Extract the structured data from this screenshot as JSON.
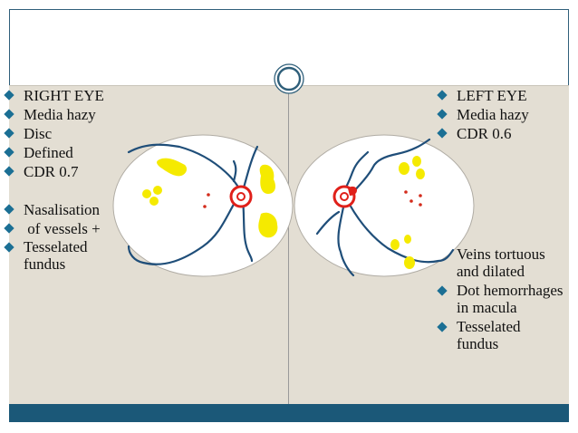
{
  "right_eye": {
    "items": [
      "RIGHT EYE",
      "Media hazy",
      "Disc",
      "Defined",
      "CDR 0.7",
      "",
      "Nasalisation",
      " of vessels +",
      "Tesselated fundus"
    ]
  },
  "left_eye": {
    "items_top": [
      "LEFT EYE",
      "Media hazy",
      "CDR 0.6"
    ],
    "items_bottom": [
      "Veins tortuous and dilated",
      "Dot hemorrhages in macula",
      "Tesselated fundus"
    ]
  },
  "colors": {
    "header_border": "#2f5f7a",
    "body_bg": "#e3ded3",
    "footer_bar": "#1b5878",
    "bullet": "#1b6f94",
    "vessel": "#1f4e79",
    "exudate": "#f5ea00",
    "disc": "#e0201a",
    "hemorrhage": "#d32c1c"
  },
  "icons": {
    "header_badge": "double-ring-icon"
  }
}
